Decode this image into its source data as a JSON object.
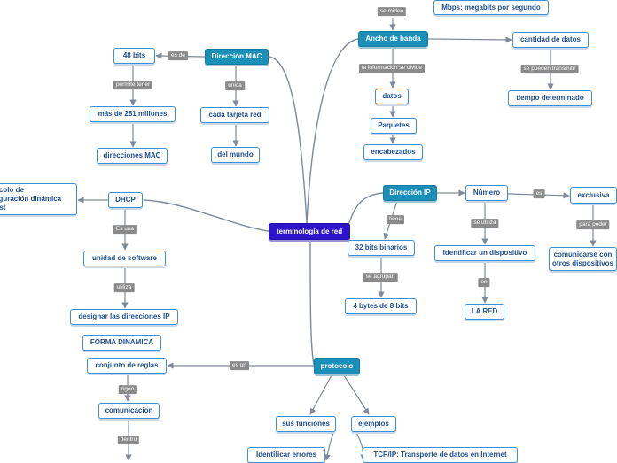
{
  "root": "terminología de red",
  "nodes": {
    "mbps": "Mbps: megabits por segundo",
    "ancho_de_banda": "Ancho de banda",
    "cantidad_de_datos": "cantidad de datos",
    "tiempo_determinado": "tiempo determinado",
    "datos": "datos",
    "paquetes": "Paquetes",
    "encabezados": "encabezados",
    "direccion_mac": "Dirección MAC",
    "mac_48_bits": "48  bits",
    "mas_de_281_millones": "más de 281 millones",
    "direcciones_mac": "direcciones MAC",
    "cada_tarjeta_red": "cada tarjeta red",
    "del_mundo": "del mundo",
    "protocolo_dhcp_full": "Protocolo de\nConfiguración dinámica\nde host",
    "dhcp": "DHCP",
    "unidad_de_software": "unidad de software",
    "designar_direcciones_ip": "designar las direcciones IP",
    "forma_dinamica": "FORMA DINAMICA",
    "direccion_ip": "Dirección IP",
    "ip_32_bits": "32 bits binarios",
    "ip_4_bytes": "4 bytes de 8 bits",
    "numero": "Número",
    "identificar_dispositivo": "identificar un dispositivo",
    "la_red": "LA RED",
    "exclusiva": "exclusiva",
    "comunicarse": "comunicarse con\notros dispositivos",
    "protocolo": "protocolo",
    "conjunto_de_reglas": "conjunto de reglas",
    "comunicacion": "comunicacion",
    "sus_funciones": "sus funciones",
    "ejemplos": "ejemplos",
    "identificar_errores": "Identificar errores",
    "tcp_ip": "TCP/IP: Transporte de datos en Internet"
  },
  "labels": {
    "se_miden": "se miden",
    "la_informacion_se_divide": "la información se divide",
    "se_pueden_transmitir": "se pueden transmitir",
    "es_de": "es de",
    "permite_tener": "permite tener",
    "unica": "única",
    "es_una": "Es una",
    "utiliza": "utiliza",
    "tiene": "tiene",
    "se_agrupan": "se agrupan",
    "se_utiliza": "se utiliza",
    "en": "en",
    "es": "es",
    "para_poder": "para poder",
    "es_un": "es un",
    "rigen": "rigen",
    "dentro": "dentro"
  }
}
